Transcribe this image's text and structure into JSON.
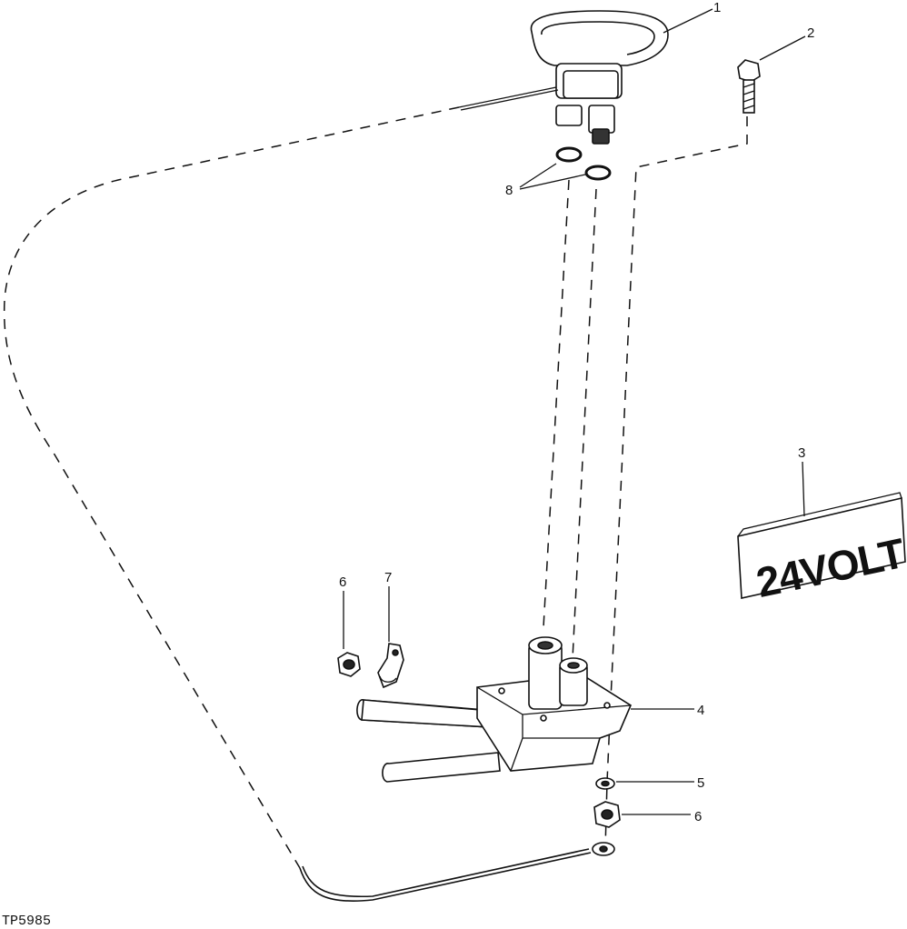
{
  "callouts": {
    "c1": "1",
    "c2": "2",
    "c3": "3",
    "c4": "4",
    "c5": "5",
    "c6a": "6",
    "c6b": "6",
    "c7": "7",
    "c8": "8"
  },
  "decal_text": "24VOLT",
  "figure_id": "TP5985"
}
